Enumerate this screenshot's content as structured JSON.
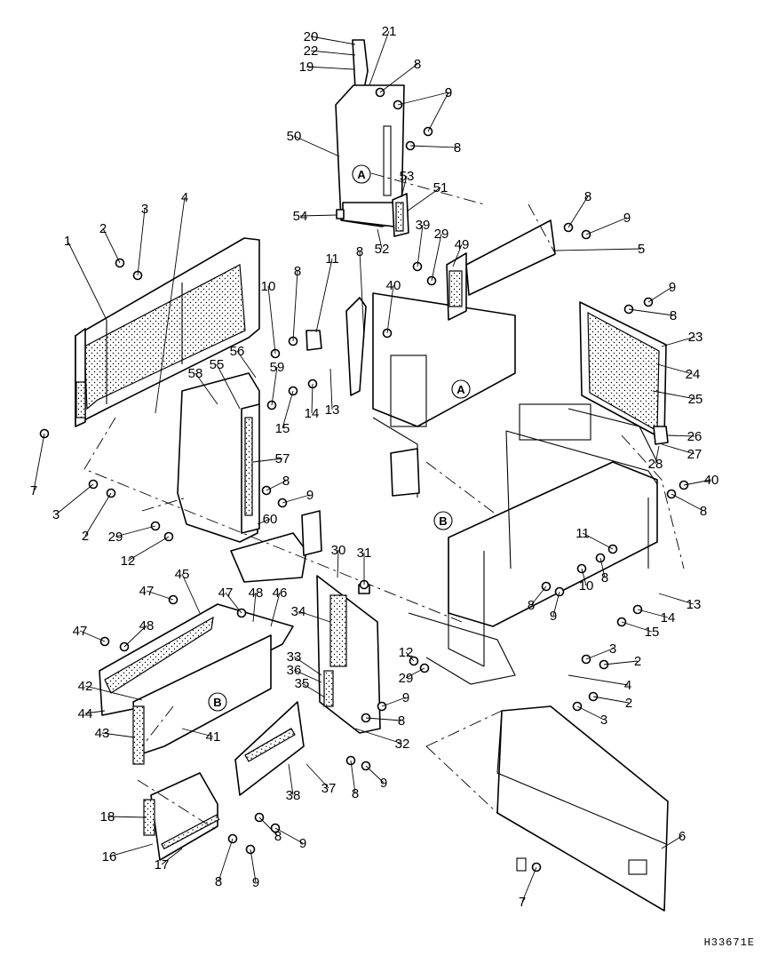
{
  "drawing_code": "H33671E",
  "callouts": [
    "1",
    "2",
    "3",
    "4",
    "5",
    "6",
    "7",
    "8",
    "9",
    "10",
    "11",
    "12",
    "13",
    "14",
    "15",
    "16",
    "17",
    "18",
    "19",
    "20",
    "21",
    "22",
    "23",
    "24",
    "25",
    "26",
    "27",
    "28",
    "29",
    "30",
    "31",
    "32",
    "33",
    "34",
    "35",
    "36",
    "37",
    "38",
    "39",
    "40",
    "41",
    "42",
    "43",
    "44",
    "45",
    "46",
    "47",
    "48",
    "49",
    "50",
    "51",
    "52",
    "53",
    "54",
    "55",
    "56",
    "57",
    "58",
    "59",
    "60"
  ],
  "reference_marks": [
    "A",
    "B"
  ]
}
